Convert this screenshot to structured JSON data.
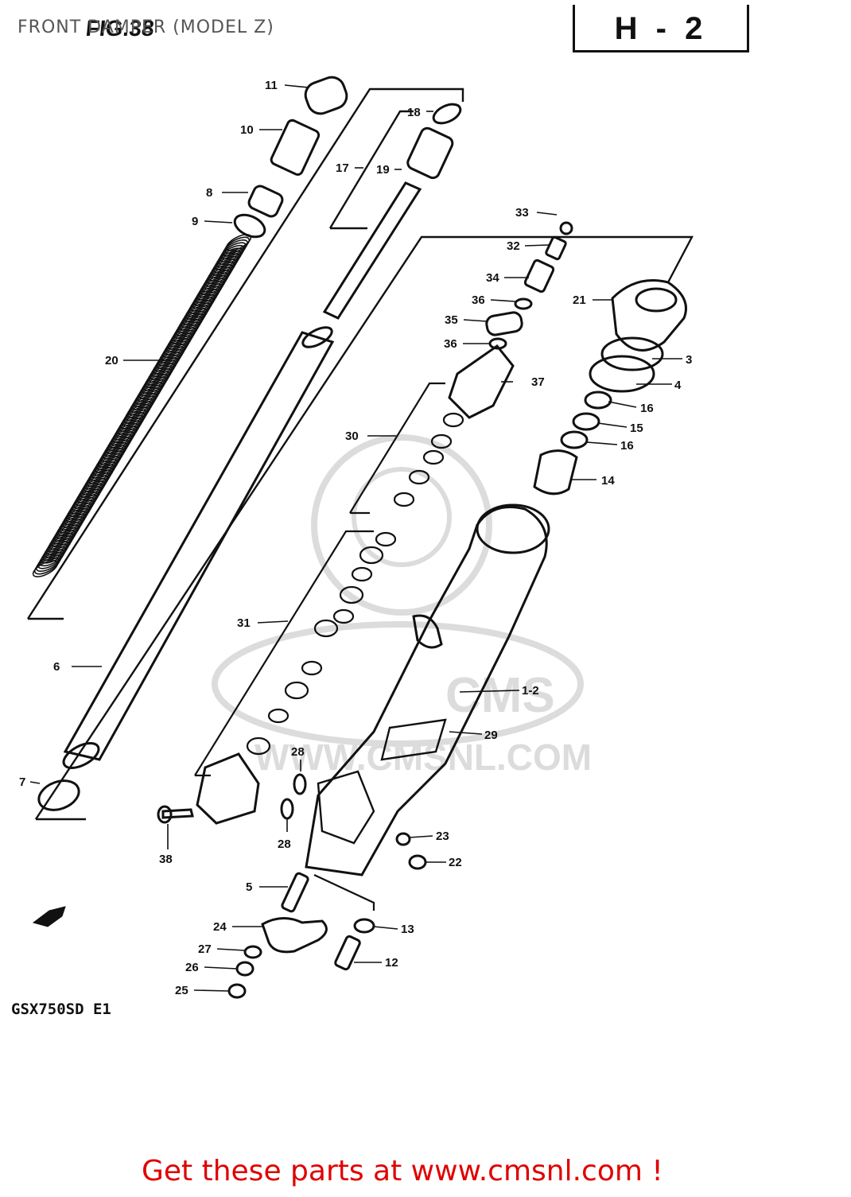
{
  "header": {
    "title": "FRONT DAMPER (MODEL Z)",
    "fig_label": "FIG.38",
    "section": "H - 2"
  },
  "diagram": {
    "model_code": "GSX750SD E1",
    "watermark_text": "WWW.CMSNL.COM",
    "watermark_logo": "CMS",
    "callouts": [
      "11",
      "10",
      "8",
      "9",
      "20",
      "6",
      "7",
      "18",
      "17",
      "19",
      "33",
      "32",
      "34",
      "36",
      "35",
      "36",
      "37",
      "21",
      "3",
      "4",
      "16",
      "15",
      "16",
      "14",
      "30",
      "31",
      "1-2",
      "29",
      "28",
      "28",
      "38",
      "23",
      "22",
      "5",
      "13",
      "24",
      "27",
      "26",
      "25",
      "12"
    ]
  },
  "footer": {
    "cta": "Get these parts at www.cmsnl.com !"
  },
  "colors": {
    "ink": "#111111",
    "cta": "#e00000",
    "title": "#555555",
    "watermark": "#dddddd"
  }
}
